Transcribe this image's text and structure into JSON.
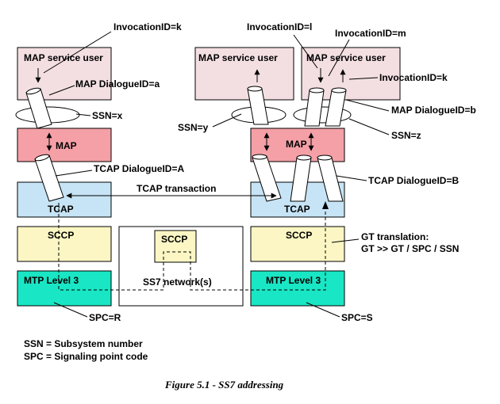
{
  "colors": {
    "map_user": "#f3dfe2",
    "map": "#f4a0a6",
    "tcap": "#c6e4f5",
    "sccp": "#fbf6c4",
    "mtp": "#19e6c4",
    "network": "#ffffff"
  },
  "left_stack": {
    "map_user": "MAP service user",
    "map": "MAP",
    "tcap": "TCAP",
    "sccp": "SCCP",
    "mtp": "MTP Level 3"
  },
  "right_stack": {
    "map_user_1": "MAP service user",
    "map_user_2": "MAP service user",
    "map": "MAP",
    "tcap": "TCAP",
    "sccp": "SCCP",
    "mtp": "MTP Level 3"
  },
  "network": {
    "sccp": "SCCP",
    "label": "SS7 network(s)"
  },
  "annotations": {
    "invocation_k_left": "InvocationID=k",
    "invocation_l": "InvocationID=l",
    "invocation_m": "InvocationID=m",
    "invocation_k_right": "InvocationID=k",
    "map_dialogue_a": "MAP DialogueID=a",
    "map_dialogue_b": "MAP DialogueID=b",
    "ssn_x": "SSN=x",
    "ssn_y": "SSN=y",
    "ssn_z": "SSN=z",
    "tcap_dialogue_A": "TCAP DialogueID=A",
    "tcap_dialogue_B": "TCAP DialogueID=B",
    "tcap_transaction": "TCAP transaction",
    "gt_translation_1": "GT translation:",
    "gt_translation_2": "GT >> GT / SPC / SSN",
    "spc_r": "SPC=R",
    "spc_s": "SPC=S"
  },
  "legend": {
    "ssn": "SSN = Subsystem number",
    "spc": "SPC = Signaling point code"
  },
  "caption": "Figure 5.1 - SS7 addressing"
}
